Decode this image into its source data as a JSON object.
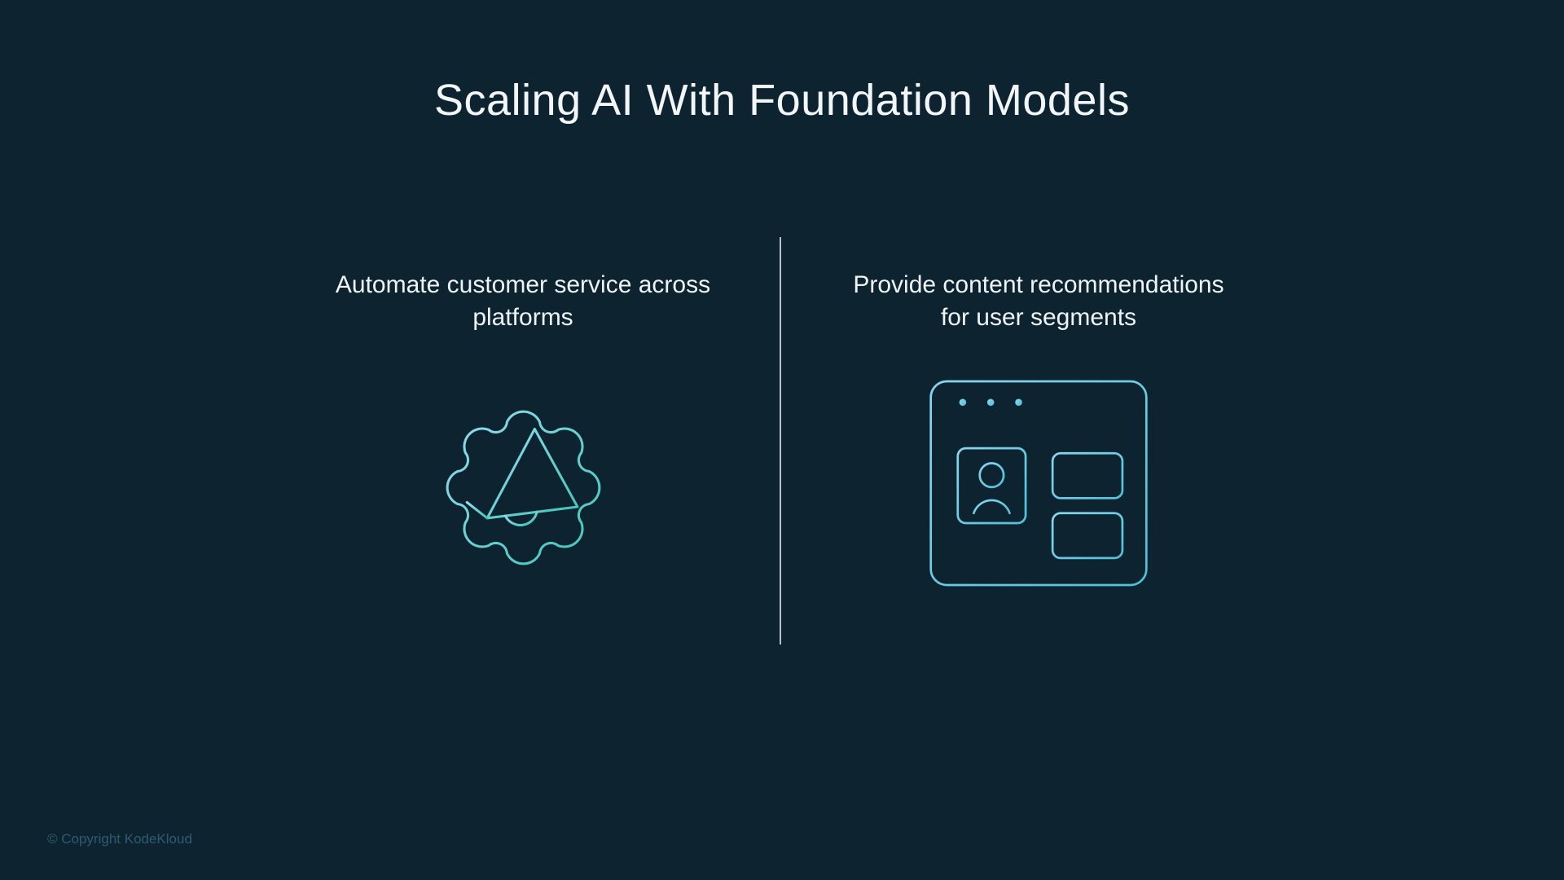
{
  "title": "Scaling AI With Foundation Models",
  "columns": {
    "left": {
      "caption": "Automate customer service across platforms",
      "icon": "megaphone-gear-icon"
    },
    "right": {
      "caption": "Provide content recommendations for user segments",
      "icon": "browser-recommendations-icon"
    }
  },
  "footer": {
    "copyright": "© Copyright KodeKloud"
  },
  "colors": {
    "background": "#0d2430",
    "title_text": "#f2f6f9",
    "caption_text": "#eef4f7",
    "divider": "#c6d4db",
    "copyright_text": "#2d5a73",
    "icon_gradient_start": "#96dcf0",
    "icon_gradient_end": "#3fc4b6",
    "icon_gradient_start_right": "#8ad5ee",
    "icon_gradient_end_right": "#4fc0d8"
  }
}
